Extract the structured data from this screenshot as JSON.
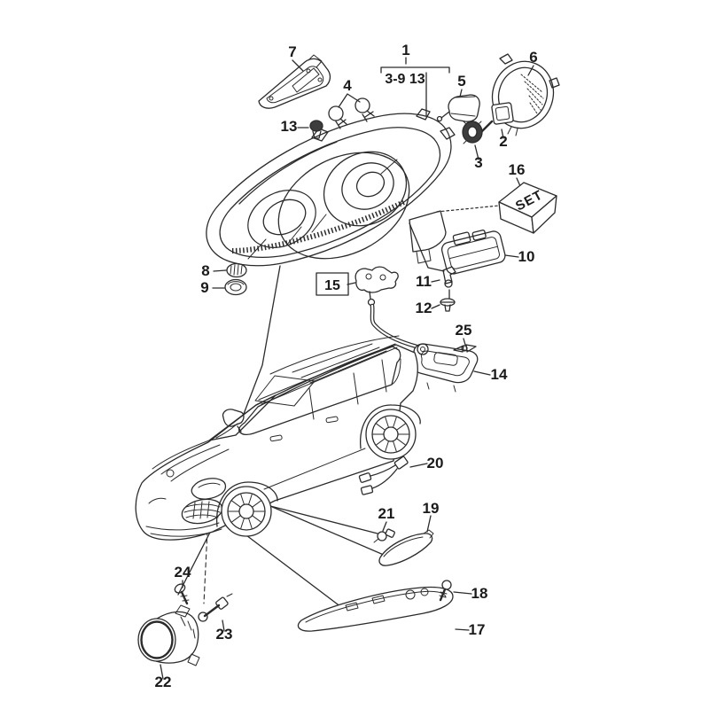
{
  "diagram": {
    "type": "exploded-parts-diagram",
    "background": "#ffffff",
    "line_color": "#2b2b2b",
    "highlight_label": {
      "text": "15",
      "bg": "#cc0000",
      "fg": "#ffffff"
    },
    "assembly": {
      "label": "1",
      "sub_range": "3-9 13"
    },
    "set_box": {
      "text": "SET"
    },
    "callouts": [
      {
        "text": "7"
      },
      {
        "text": "4"
      },
      {
        "text": "13"
      },
      {
        "text": "5"
      },
      {
        "text": "6"
      },
      {
        "text": "2"
      },
      {
        "text": "3"
      },
      {
        "text": "16"
      },
      {
        "text": "10"
      },
      {
        "text": "11"
      },
      {
        "text": "12"
      },
      {
        "text": "8"
      },
      {
        "text": "9"
      },
      {
        "text": "25"
      },
      {
        "text": "14"
      },
      {
        "text": "20"
      },
      {
        "text": "21"
      },
      {
        "text": "19"
      },
      {
        "text": "18"
      },
      {
        "text": "17"
      },
      {
        "text": "24"
      },
      {
        "text": "23"
      },
      {
        "text": "22"
      }
    ]
  }
}
